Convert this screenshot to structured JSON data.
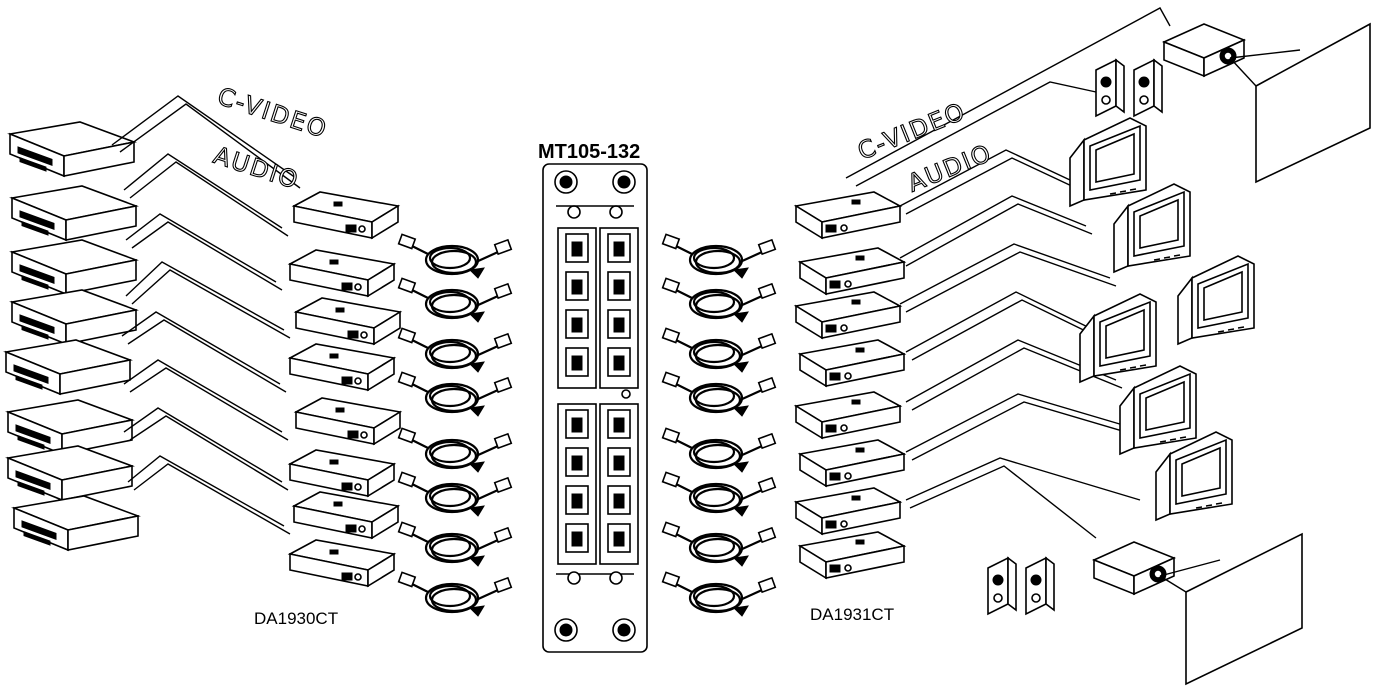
{
  "labels": {
    "title": "MT105-132",
    "c_video_left": "C-VIDEO",
    "audio_left": "AUDIO",
    "c_video_right": "C-VIDEO",
    "audio_right": "AUDIO",
    "left_model": "DA1930CT",
    "right_model": "DA1931CT"
  },
  "devices": {
    "sources": 8,
    "left_receivers": 8,
    "cat_cables_per_side": 8,
    "right_receivers": 8,
    "monitors": 6,
    "projectors": 2,
    "speaker_pairs": 2
  },
  "icons": {
    "source": "video-deck-icon",
    "receiver": "da-unit-icon",
    "cable": "cat5-cable-coil-icon",
    "monitor": "crt-monitor-icon",
    "projector": "projector-icon",
    "screen": "projection-screen-icon",
    "speaker": "speaker-pair-icon"
  }
}
